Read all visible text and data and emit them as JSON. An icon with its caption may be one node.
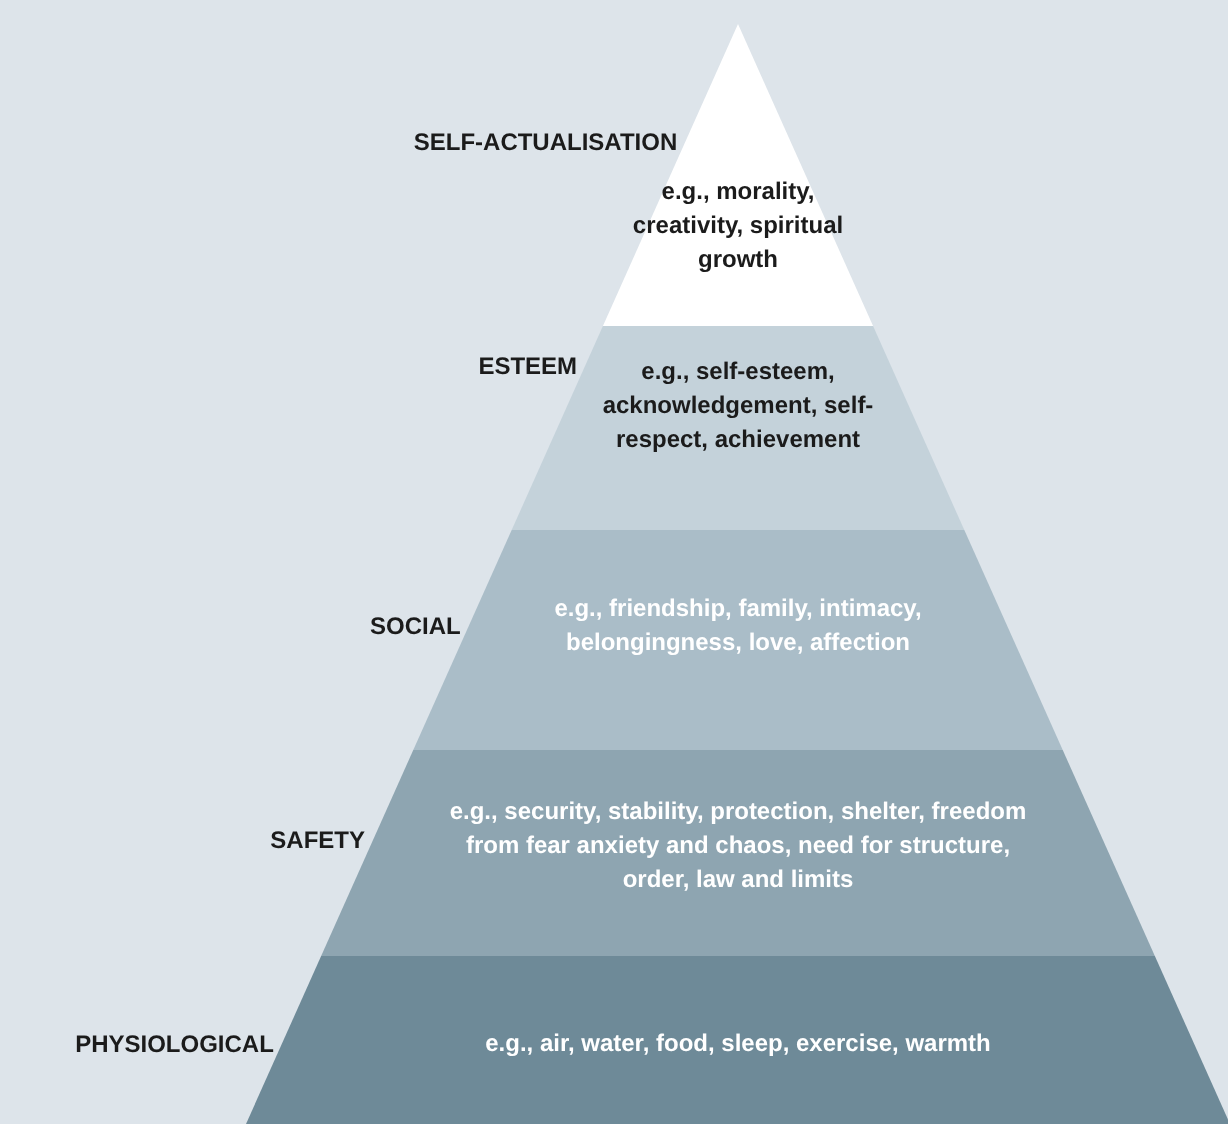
{
  "diagram": {
    "nodes": [
      {
        "text": [
          "SELF-ACTUALISATION",
          "e.g., morality, creativity, spiritual growth"
        ]
      },
      {
        "text": [
          "ESTEEM",
          "e.g., self-esteem, acknowledgement, self-respect, achievement"
        ]
      },
      {
        "text": [
          "SOCIAL",
          "e.g., friendship, family, intimacy, belongingness, love, affection"
        ]
      },
      {
        "text": [
          "SAFETY",
          "e.g., security, stability, protection, shelter, freedom from fear anxiety and chaos, need for structure, order, law and limits"
        ]
      },
      {
        "text": [
          "PHYSIOLOGICAL",
          "e.g., air, water, food, sleep, exercise, warmth"
        ]
      }
    ]
  }
}
